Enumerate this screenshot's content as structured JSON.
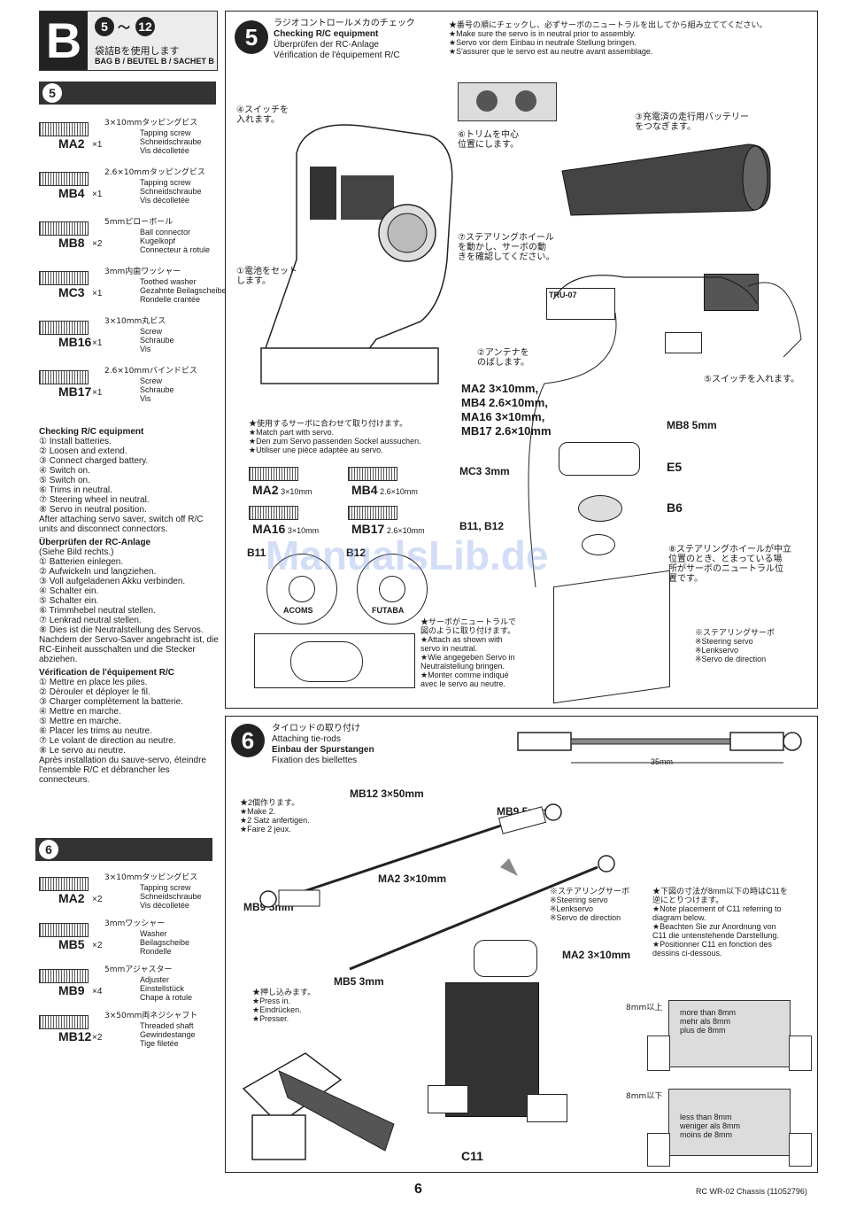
{
  "header": {
    "letter": "B",
    "range_from": "5",
    "range_sep": "〜",
    "range_to": "12",
    "bag_jp": "袋詰Bを使用します",
    "bag_multi": "BAG B / BEUTEL B / SACHET B"
  },
  "left_step5": {
    "number": "5",
    "parts": [
      {
        "code": "MA2",
        "qty": "×1",
        "jp": "3×10mmタッピングビス",
        "en": "Tapping screw",
        "de": "Schneidschraube",
        "fr": "Vis décolletée"
      },
      {
        "code": "MB4",
        "qty": "×1",
        "jp": "2.6×10mmタッピングビス",
        "en": "Tapping screw",
        "de": "Schneidschraube",
        "fr": "Vis décolletée"
      },
      {
        "code": "MB8",
        "qty": "×2",
        "jp": "5mmピローボール",
        "en": "Ball connector",
        "de": "Kugelkopf",
        "fr": "Connecteur à rotule"
      },
      {
        "code": "MC3",
        "qty": "×1",
        "jp": "3mm内歯ワッシャー",
        "en": "Toothed washer",
        "de": "Gezahnte Beilagscheibe",
        "fr": "Rondelle crantée"
      },
      {
        "code": "MB16",
        "qty": "×1",
        "jp": "3×10mm丸ビス",
        "en": "Screw",
        "de": "Schraube",
        "fr": "Vis"
      },
      {
        "code": "MB17",
        "qty": "×1",
        "jp": "2.6×10mmバインドビス",
        "en": "Screw",
        "de": "Schraube",
        "fr": "Vis"
      }
    ]
  },
  "checklists": {
    "en_title": "Checking R/C equipment",
    "en_items": [
      "① Install batteries.",
      "② Loosen and extend.",
      "③ Connect charged battery.",
      "④ Switch on.",
      "⑤ Switch on.",
      "⑥ Trims in neutral.",
      "⑦ Steering wheel in neutral.",
      "⑧ Servo in neutral position."
    ],
    "en_after": "After attaching servo saver, switch off R/C units and disconnect connectors.",
    "de_title": "Überprüfen der RC-Anlage",
    "de_sub": "(Siehe Bild rechts.)",
    "de_items": [
      "① Batterien einlegen.",
      "② Aufwickeln und langziehen.",
      "③ Voll aufgeladenen Akku verbinden.",
      "④ Schalter ein.",
      "⑤ Schalter ein.",
      "⑥ Trimmhebel neutral stellen.",
      "⑦ Lenkrad neutral stellen.",
      "⑧ Dies ist die Neutralstellung des Servos."
    ],
    "de_after": "Nachdem der Servo-Saver angebracht ist, die RC-Einheit ausschalten und die Stecker abziehen.",
    "fr_title": "Vérification de l'équipement R/C",
    "fr_items": [
      "① Mettre en place les piles.",
      "② Dérouler et déployer le fil.",
      "③ Charger complètement la batterie.",
      "④ Mettre en marche.",
      "⑤ Mettre en marche.",
      "⑥ Placer les trims au neutre.",
      "⑦ Le volant de direction au neutre.",
      "⑧ Le servo au neutre."
    ],
    "fr_after": "Après installation du sauve-servo, éteindre l'ensemble R/C et débrancher les connecteurs."
  },
  "left_step6": {
    "number": "6",
    "parts": [
      {
        "code": "MA2",
        "qty": "×2",
        "jp": "3×10mmタッピングビス",
        "en": "Tapping screw",
        "de": "Schneidschraube",
        "fr": "Vis décolletée"
      },
      {
        "code": "MB5",
        "qty": "×2",
        "jp": "3mmワッシャー",
        "en": "Washer",
        "de": "Beilagscheibe",
        "fr": "Rondelle"
      },
      {
        "code": "MB9",
        "qty": "×4",
        "jp": "5mmアジャスター",
        "en": "Adjuster",
        "de": "Einstellstück",
        "fr": "Chape à rotule"
      },
      {
        "code": "MB12",
        "qty": "×2",
        "jp": "3×50mm両ネジシャフト",
        "en": "Threaded shaft",
        "de": "Gewindestange",
        "fr": "Tige filetée"
      }
    ]
  },
  "step5": {
    "number": "5",
    "title_jp": "ラジオコントロールメカのチェック",
    "title_en": "Checking R/C equipment",
    "title_de": "Überprüfen der RC-Anlage",
    "title_fr": "Vérification de l'équipement R/C",
    "notes": [
      "★番号の順にチェックし、必ずサーボのニュートラルを出してから組み立ててください。",
      "★Make sure the servo is in neutral prior to assembly.",
      "★Servo vor dem Einbau in neutrale Stellung bringen.",
      "★S'assurer que le servo est au neutre avant assemblage."
    ],
    "callouts": {
      "c4": "④スイッチを\n入れます。",
      "c6": "⑥トリムを中心\n位置にします。",
      "c3": "③充電済の走行用バッテリー\nをつなぎます。",
      "c7": "⑦ステアリングホイール\nを動かし、サーボの動\nきを確認してください。",
      "c1": "①電池をセット\nします。",
      "c2": "②アンテナを\nのばします。",
      "c5": "⑤スイッチを入れます。",
      "c8": "⑧ステアリングホイールが中立\n位置のとき、とまっている場\n所がサーボのニュートラル位\n置です。"
    },
    "receiver_label": "TRU-07",
    "match_notes": [
      "★使用するサーボに合わせて取り付けます。",
      "★Match part with servo.",
      "★Den zum Servo passenden Sockel aussuchen.",
      "★Utiliser une pièce adaptée au servo."
    ],
    "screws": [
      {
        "code": "MA2",
        "size": "3×10mm"
      },
      {
        "code": "MB4",
        "size": "2.6×10mm"
      },
      {
        "code": "MA16",
        "size": "3×10mm"
      },
      {
        "code": "MB17",
        "size": "2.6×10mm"
      }
    ],
    "b11": "B11",
    "b12": "B12",
    "brand_left": "ACOMS",
    "brand_right": "FUTABA",
    "neutral_notes": [
      "★サーボがニュートラルで",
      "図のように取り付けます。",
      "★Attach as shown with",
      "servo in neutral.",
      "★Wie angegeben Servo in",
      "Neutralstellung bringen.",
      "★Monter comme indiqué",
      "avec le servo au neutre."
    ],
    "screw_list": [
      "MA2 3×10mm,",
      "MB4 2.6×10mm,",
      "MA16 3×10mm,",
      "MB17 2.6×10mm"
    ],
    "mb8": "MB8 5mm",
    "mc3": "MC3 3mm",
    "e5": "E5",
    "b6": "B6",
    "b11b12": "B11, B12",
    "servo_labels": [
      "※ステアリングサーボ",
      "※Steering servo",
      "※Lenkservo",
      "※Servo de direction"
    ]
  },
  "step6": {
    "number": "6",
    "title_jp": "タイロッドの取り付け",
    "title_en": "Attaching tie-rods",
    "title_de": "Einbau der Spurstangen",
    "title_fr": "Fixation des biellettes",
    "dimension": "35mm",
    "make2": [
      "★2個作ります。",
      "★Make 2.",
      "★2 Satz anfertigen.",
      "★Faire 2 jeux."
    ],
    "mb12": "MB12 3×50mm",
    "mb9_a": "MB9 5mm",
    "mb9_b": "MB9 5mm",
    "ma2_a": "MA2 3×10mm",
    "ma2_b": "MA2 3×10mm",
    "mb5": "MB5 3mm",
    "press": [
      "★押し込みます。",
      "★Press in.",
      "★Eindrücken.",
      "★Presser."
    ],
    "servo_labels": [
      "※ステアリングサーボ",
      "※Steering servo",
      "※Lenkservo",
      "※Servo de direction"
    ],
    "c11_notes": [
      "★下図の寸法が8mm以下の時はC11を",
      "逆にとりつけます。",
      "★Note placement of C11 referring to",
      "diagram below.",
      "★Beachten Sie zur Anordnung von",
      "C11 die untenstehende Darstellung.",
      "★Positionner C11 en fonction des",
      "dessins ci-dessous."
    ],
    "above": "8mm以上",
    "more": [
      "more than 8mm",
      "mehr als 8mm",
      "plus de 8mm"
    ],
    "below": "8mm以下",
    "less": [
      "less than 8mm",
      "weniger als 8mm",
      "moins de 8mm"
    ],
    "c11": "C11"
  },
  "footer": {
    "page": "6",
    "model": "RC WR-02 Chassis (11052796)"
  },
  "watermark": "ManualsLib.de"
}
